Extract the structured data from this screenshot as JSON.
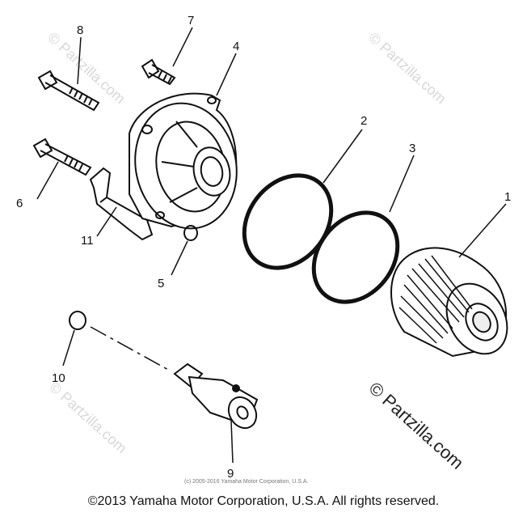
{
  "callouts": [
    {
      "id": "1",
      "label": "1"
    },
    {
      "id": "2",
      "label": "2"
    },
    {
      "id": "3",
      "label": "3"
    },
    {
      "id": "4",
      "label": "4"
    },
    {
      "id": "5",
      "label": "5"
    },
    {
      "id": "6",
      "label": "6"
    },
    {
      "id": "7",
      "label": "7"
    },
    {
      "id": "8",
      "label": "8"
    },
    {
      "id": "9",
      "label": "9"
    },
    {
      "id": "10",
      "label": "10"
    },
    {
      "id": "11",
      "label": "11"
    }
  ],
  "watermark": "© Partzilla.com",
  "small_copyright": "(c) 2005-2016 Yamaha Motor Corporation, U.S.A.",
  "copyright": "©2013 Yamaha Motor Corporation, U.S.A. All rights reserved.",
  "colors": {
    "ink": "#111111",
    "watermark": "#d8d8d8",
    "background": "#ffffff"
  }
}
